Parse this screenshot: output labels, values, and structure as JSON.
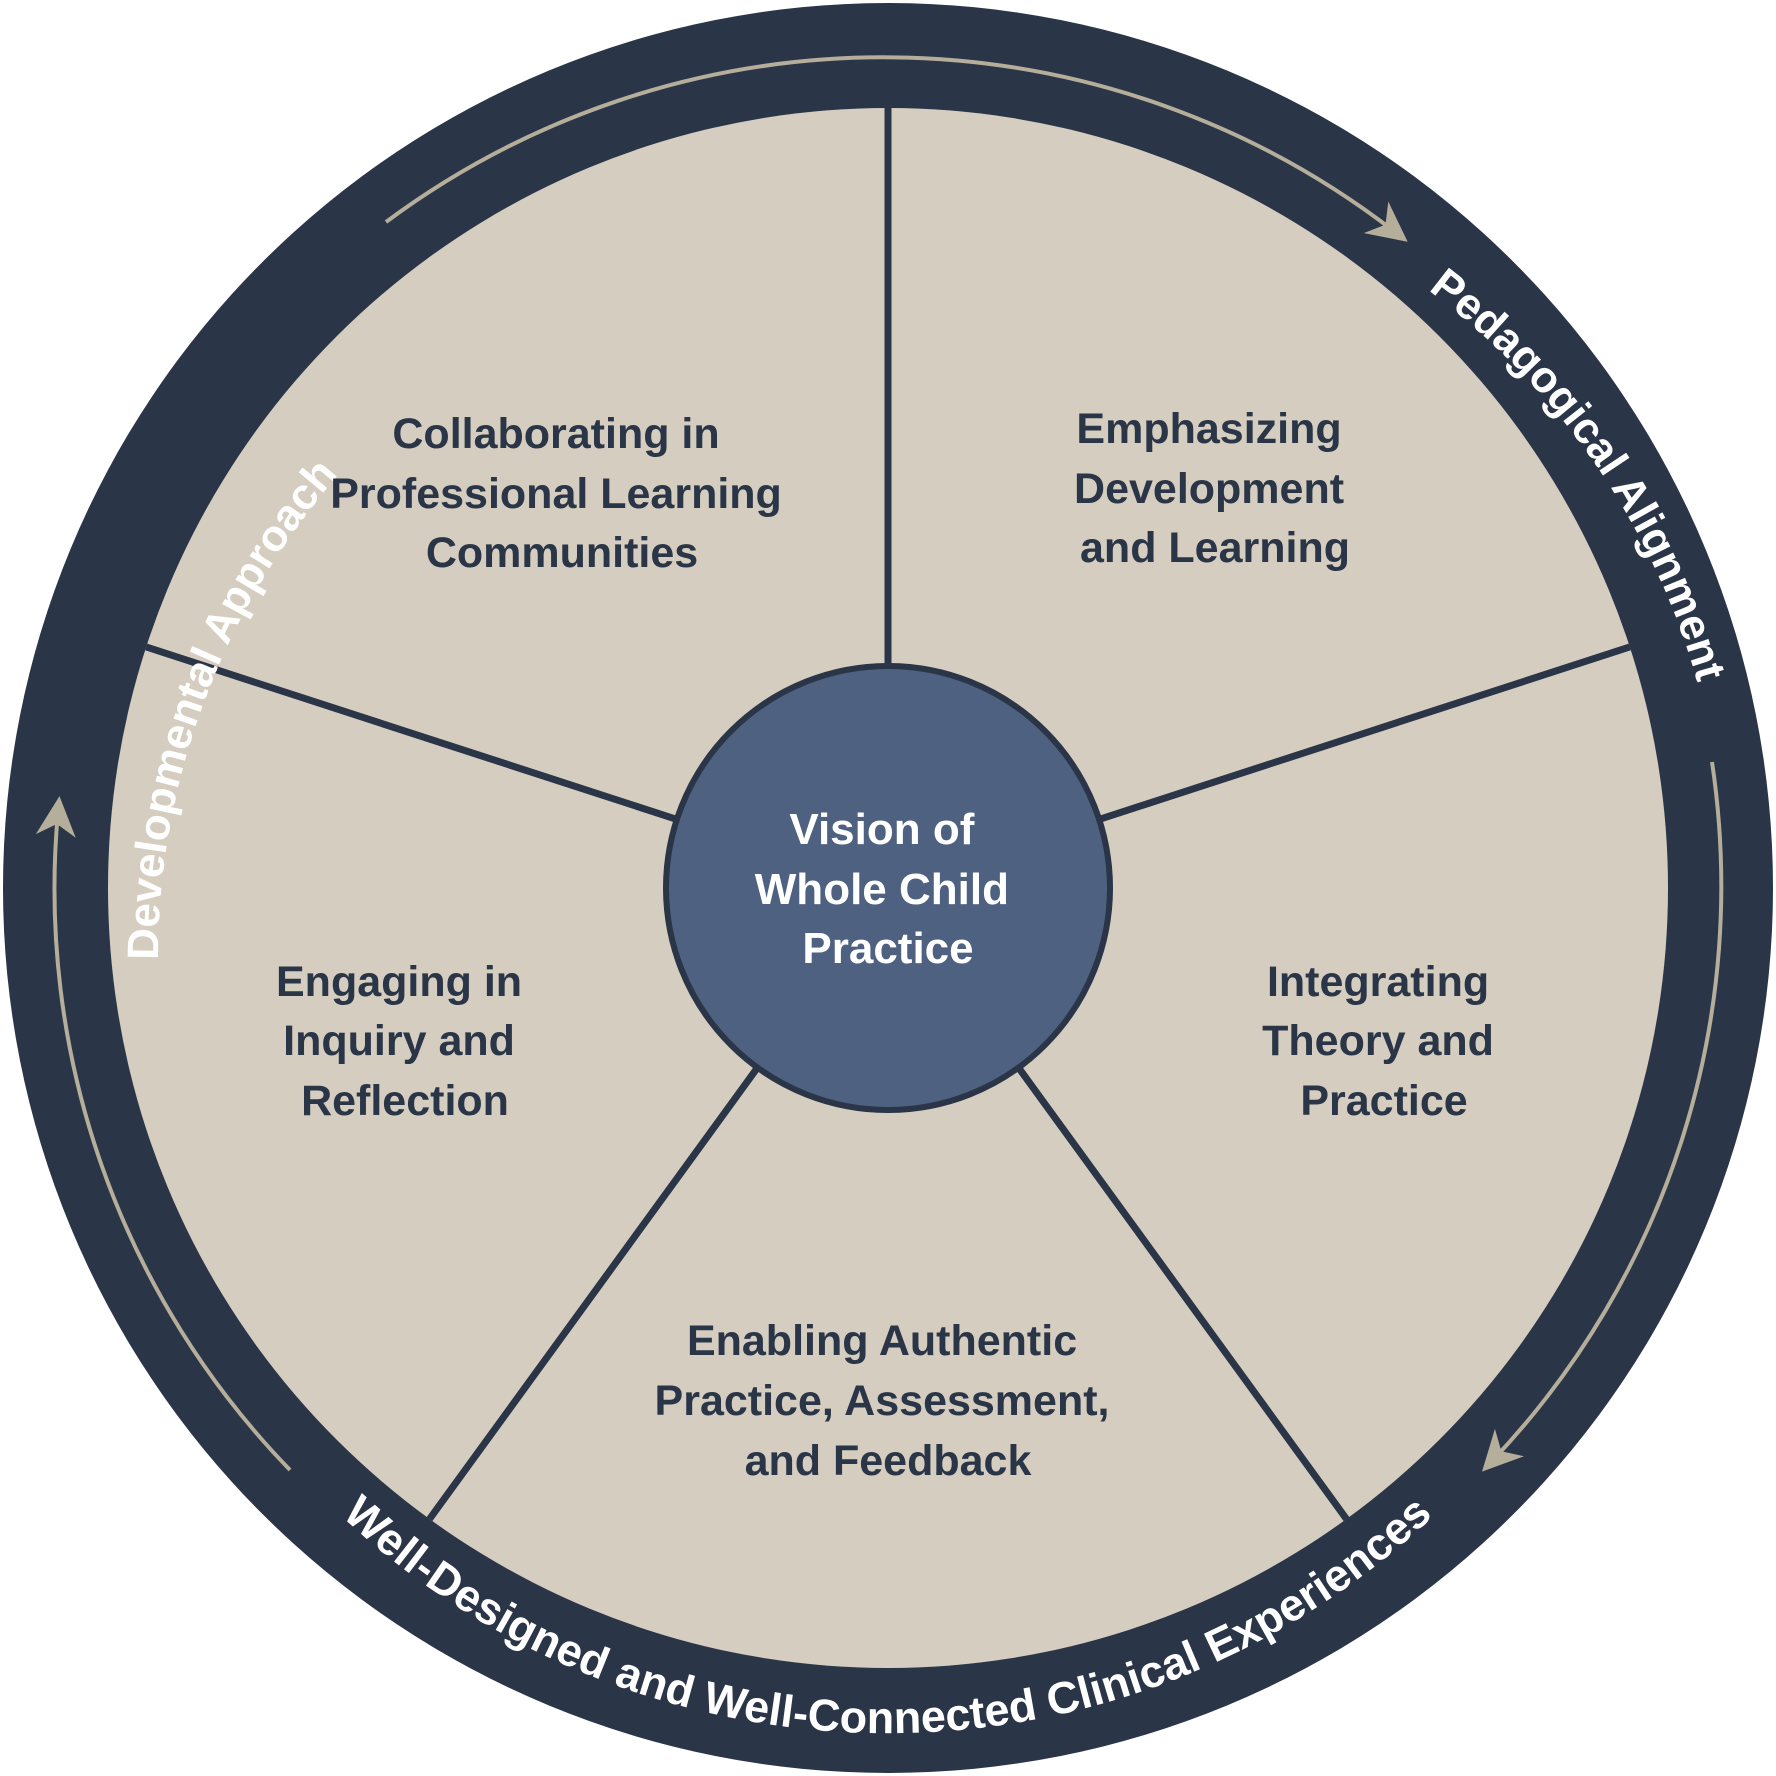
{
  "colors": {
    "ring": "#2a3547",
    "segment_fill": "#d5cdbf",
    "center_fill": "#4e6180",
    "arrow": "#b5ae9a",
    "divider": "#2a3547"
  },
  "center": {
    "lines": [
      "Vision of",
      "Whole Child",
      "Practice"
    ]
  },
  "segments": [
    {
      "lines": [
        "Emphasizing",
        "Development",
        "and Learning"
      ]
    },
    {
      "lines": [
        "Integrating",
        "Theory and",
        "Practice"
      ]
    },
    {
      "lines": [
        "Enabling Authentic",
        "Practice, Assessment,",
        "and Feedback"
      ]
    },
    {
      "lines": [
        "Engaging in",
        "Inquiry and",
        "Reflection"
      ]
    },
    {
      "lines": [
        "Collaborating in",
        "Professional Learning",
        "Communities"
      ]
    }
  ],
  "ring_labels": {
    "pedagogical": "Pedagogical Alignment",
    "developmental": "Developmental Approach",
    "clinical": "Well-Designed and Well-Connected Clinical Experiences"
  },
  "icons": {
    "arrows": [
      "arrow-top-icon",
      "arrow-right-icon",
      "arrow-left-icon"
    ]
  }
}
